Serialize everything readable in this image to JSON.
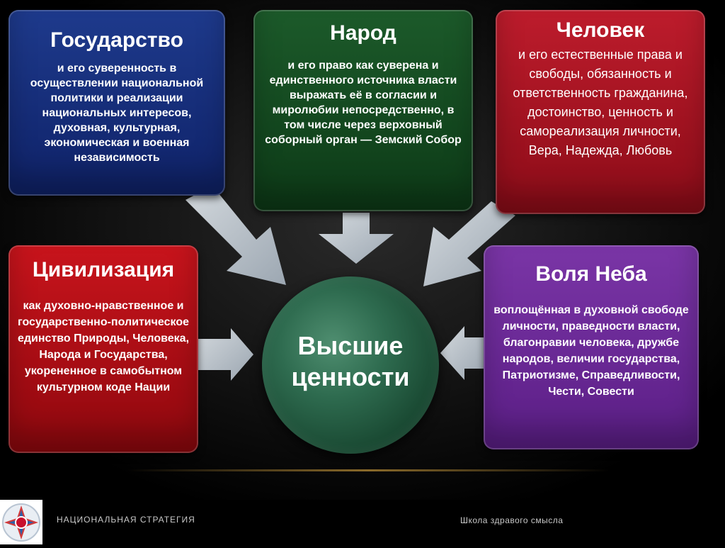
{
  "state": {
    "title": "Государство",
    "text": "и его суверенность в осуществлении национальной политики и реализации национальных интересов, духовная, культурная, экономическая и военная независимость"
  },
  "people": {
    "title": "Народ",
    "text": "и его право как суверена и единственного источника власти выражать её в согласии и миролюбии непосредственно, в том числе через верховный соборный орган — Земский Собор"
  },
  "person": {
    "title": "Человек",
    "text": "и его естественные права и свободы, обязанность и ответственность гражданина, достоинство, ценность и самореализация личности, Вера, Надежда, Любовь"
  },
  "civilization": {
    "title": "Цивилизация",
    "text": "как духовно-нравственное и государственно-политическое единство Природы, Человека, Народа и Государства, укорененное в самобытном культурном коде Нации"
  },
  "will_of_heaven": {
    "title": "Воля Неба",
    "text": "воплощённая в духовной свободе личности, праведности власти, благонравии человека, дружбе народов, величии государства, Патриотизме, Справедливости, Чести, Совести"
  },
  "center": {
    "line1": "Высшие",
    "line2": "ценности"
  },
  "footer": {
    "left": "НАЦИОНАЛЬНАЯ СТРАТЕГИЯ",
    "right": "Школа здравого смысла"
  },
  "colors": {
    "state": "#1a3383",
    "people": "#174f24",
    "person": "#b01626",
    "civilization": "#c0121a",
    "will_of_heaven": "#6e2c9a",
    "center": "#2e6b4f",
    "arrow": "#c9d3dc"
  },
  "icons": {
    "logo": "emblem-logo",
    "arrow": "arrow-icon"
  }
}
